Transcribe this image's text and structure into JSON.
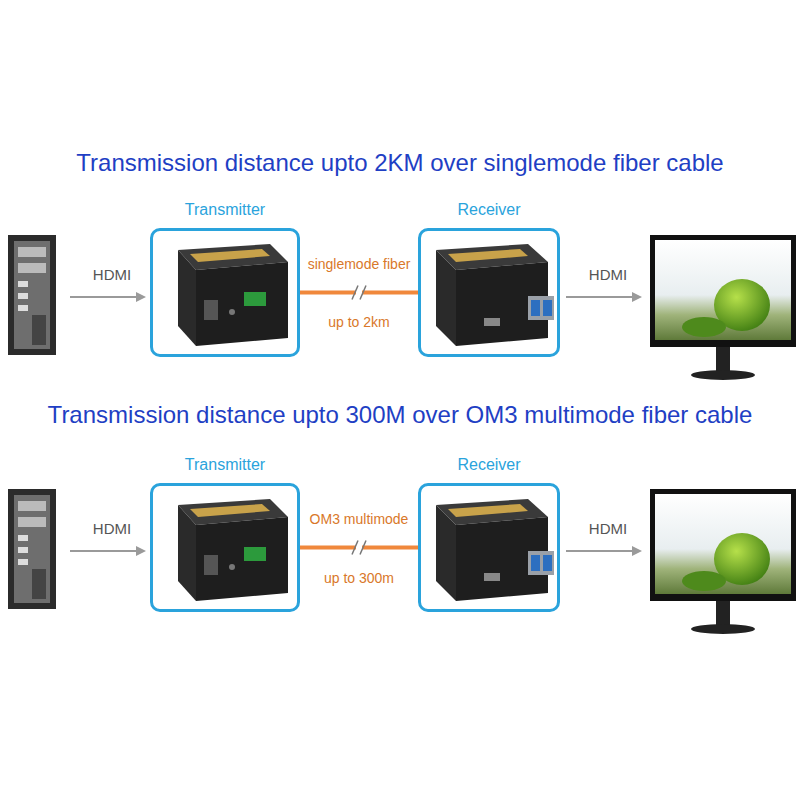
{
  "diagram": {
    "nodes": [
      {
        "text": [
          "Transmitter"
        ]
      },
      {
        "text": [
          "Receiver"
        ]
      },
      {
        "text": [
          "Transmitter"
        ]
      },
      {
        "text": [
          "Receiver"
        ]
      }
    ],
    "edges": [
      {
        "from": 0,
        "to": 1,
        "label": "singlemode fiber",
        "arrow": "none"
      },
      {
        "from": 2,
        "to": 3,
        "label": "OM3 multimode",
        "arrow": "none"
      }
    ],
    "labels": [
      "Transmission distance upto 2KM over singlemode fiber cable",
      "HDMI",
      "HDMI",
      "up to 2km",
      "Transmission distance upto 300M over OM3 multimode fiber cable",
      "HDMI",
      "HDMI",
      "up to 300m"
    ]
  }
}
